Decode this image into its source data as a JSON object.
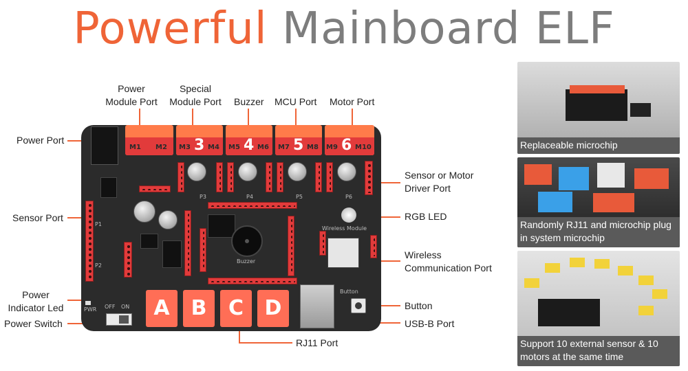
{
  "title": {
    "word1": "Powerful",
    "word2": "Mainboard ELF"
  },
  "colors": {
    "title_accent": "#ef6437",
    "title_gray": "#7d7d7d",
    "board": "#2b2b2b",
    "port_red": "#e23b3b",
    "port_orange": "#ff7b4a",
    "rj11_key": "#ff6e56"
  },
  "callouts": {
    "power_module_port": [
      "Power",
      "Module Port"
    ],
    "special_module_port": [
      "Special",
      "Module Port"
    ],
    "buzzer": "Buzzer",
    "mcu_port": "MCU Port",
    "motor_port": "Motor Port",
    "power_port": "Power Port",
    "sensor_port": "Sensor Port",
    "power_indicator_led": [
      "Power",
      "Indicator Led"
    ],
    "power_switch": "Power Switch",
    "sensor_or_motor_driver_port": [
      "Sensor or Motor",
      "Driver Port"
    ],
    "rgb_led": "RGB LED",
    "wireless_communication_port": [
      "Wireless",
      "Communication Port"
    ],
    "button": "Button",
    "usb_b_port": "USB-B Port",
    "rj11_port": "RJ11 Port"
  },
  "board": {
    "motor_labels": [
      "M1",
      "M2",
      "M3",
      "M4",
      "M5",
      "M6",
      "M7",
      "M8",
      "M9",
      "M10"
    ],
    "group_numbers": [
      "3",
      "4",
      "5",
      "6"
    ],
    "rj11_keys": [
      "A",
      "B",
      "C",
      "D"
    ],
    "silk": {
      "p3": "P3",
      "p4": "P4",
      "p5": "P5",
      "p6": "P6",
      "p1": "P1",
      "p2": "P2",
      "buzzer": "Buzzer",
      "button": "Button",
      "wireless_module": "Wireless Module",
      "pwr": "PWR",
      "on": "ON",
      "off": "OFF"
    }
  },
  "photos": [
    {
      "caption": "Replaceable microchip"
    },
    {
      "caption": "Randomly RJ11 and microchip plug in system microchip"
    },
    {
      "caption": "Support 10 external sensor & 10 motors at the same time"
    }
  ]
}
